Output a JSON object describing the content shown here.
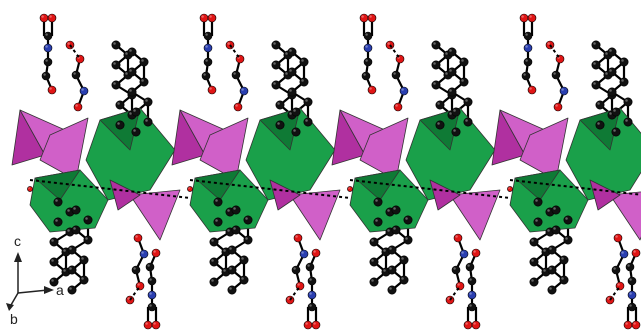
{
  "axes": {
    "c": "c",
    "a": "a",
    "b": "b"
  },
  "colors": {
    "background": "#ffffff",
    "octahedron": "#1aa04a",
    "octahedron_dark": "#0f7a35",
    "tetrahedron": "#b030a0",
    "tetrahedron_light": "#d060c8",
    "carbon": "#111111",
    "oxygen": "#e01515",
    "nitrogen": "#2a3fb0",
    "bond": "#000000",
    "axis": "#222222"
  },
  "repeat_units": 4
}
